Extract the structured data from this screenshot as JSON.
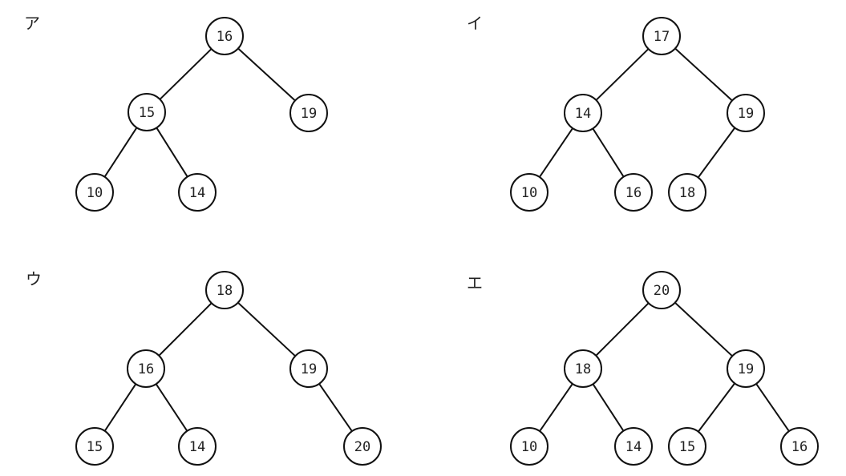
{
  "trees": [
    {
      "label": "ア",
      "nodes": [
        {
          "value": "16",
          "parent": null
        },
        {
          "value": "15",
          "parent": 0
        },
        {
          "value": "19",
          "parent": 0
        },
        {
          "value": "10",
          "parent": 1
        },
        {
          "value": "14",
          "parent": 1
        }
      ]
    },
    {
      "label": "イ",
      "nodes": [
        {
          "value": "17",
          "parent": null
        },
        {
          "value": "14",
          "parent": 0
        },
        {
          "value": "19",
          "parent": 0
        },
        {
          "value": "10",
          "parent": 1
        },
        {
          "value": "16",
          "parent": 1
        },
        {
          "value": "18",
          "parent": 2
        }
      ]
    },
    {
      "label": "ウ",
      "nodes": [
        {
          "value": "18",
          "parent": null
        },
        {
          "value": "16",
          "parent": 0
        },
        {
          "value": "19",
          "parent": 0
        },
        {
          "value": "15",
          "parent": 1
        },
        {
          "value": "14",
          "parent": 1
        },
        {
          "value": "20",
          "parent": 2
        }
      ]
    },
    {
      "label": "エ",
      "nodes": [
        {
          "value": "20",
          "parent": null
        },
        {
          "value": "18",
          "parent": 0
        },
        {
          "value": "19",
          "parent": 0
        },
        {
          "value": "10",
          "parent": 1
        },
        {
          "value": "14",
          "parent": 1
        },
        {
          "value": "15",
          "parent": 2
        },
        {
          "value": "16",
          "parent": 2
        }
      ]
    }
  ]
}
